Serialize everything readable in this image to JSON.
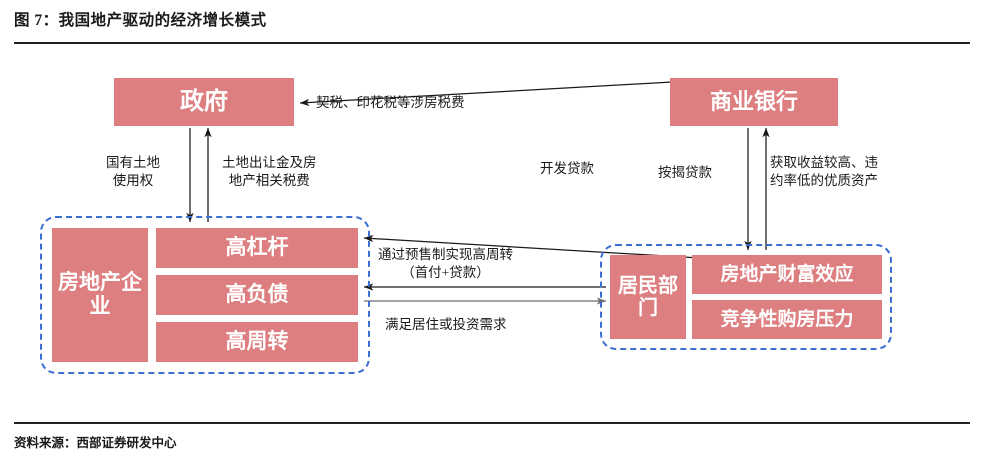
{
  "header": {
    "figure_title": "图 7：我国地产驱动的经济增长模式"
  },
  "footer": {
    "source": "资料来源：西部证券研发中心"
  },
  "colors": {
    "box_fill": "#dd7f80",
    "box_text": "#ffffff",
    "group_border": "#3b6fd4",
    "line": "#1a1a1a",
    "rule": "#231f20"
  },
  "diagram": {
    "type": "flow-diagram",
    "nodes": {
      "government": {
        "label": "政府"
      },
      "commercial_bank": {
        "label": "商业银行"
      },
      "developer_group": {
        "main_label": "房地产企业",
        "attributes": [
          {
            "label": "高杠杆"
          },
          {
            "label": "高负债"
          },
          {
            "label": "高周转"
          }
        ]
      },
      "resident_group": {
        "main_label": "居民部门",
        "attributes": [
          {
            "label": "房地产财富效应"
          },
          {
            "label": "竞争性购房压力"
          }
        ]
      }
    },
    "edges": [
      {
        "id": "tax-to-gov",
        "label": "契税、印花税等涉房税费",
        "from": "resident_group",
        "to": "government",
        "direction": "left"
      },
      {
        "id": "land-use-right",
        "label": "国有土地使用权",
        "from": "government",
        "to": "developer_group",
        "direction": "down"
      },
      {
        "id": "land-fee-tax",
        "label": "土地出让金及房\n地产相关税费",
        "from": "developer_group",
        "to": "government",
        "direction": "up"
      },
      {
        "id": "development-loan",
        "label": "开发贷款",
        "from": "commercial_bank",
        "to": "developer_group",
        "direction": "down-left"
      },
      {
        "id": "mortgage-loan",
        "label": "按揭贷款",
        "from": "commercial_bank",
        "to": "resident_group",
        "direction": "down"
      },
      {
        "id": "quality-asset",
        "label": "获取收益较高、违\n约率低的优质资产",
        "from": "resident_group",
        "to": "commercial_bank",
        "direction": "up"
      },
      {
        "id": "presale-turnover",
        "label": "通过预售制实现高周转\n（首付+贷款）",
        "from": "resident_group",
        "to": "developer_group",
        "direction": "left"
      },
      {
        "id": "housing-demand",
        "label": "满足居住或投资需求",
        "from": "developer_group",
        "to": "resident_group",
        "direction": "right"
      }
    ],
    "edge_labels": {
      "tax_to_gov": "契税、印花税等涉房税费",
      "land_use_right": "国有土地\n使用权",
      "land_use_right_l1": "国有土地",
      "land_use_right_l2": "使用权",
      "land_fee_tax_l1": "土地出让金及房",
      "land_fee_tax_l2": "地产相关税费",
      "development_loan": "开发贷款",
      "mortgage_loan": "按揭贷款",
      "quality_asset_l1": "获取收益较高、违",
      "quality_asset_l2": "约率低的优质资产",
      "presale_l1": "通过预售制实现高周转",
      "presale_l2": "（首付+贷款）",
      "housing_demand": "满足居住或投资需求"
    }
  }
}
